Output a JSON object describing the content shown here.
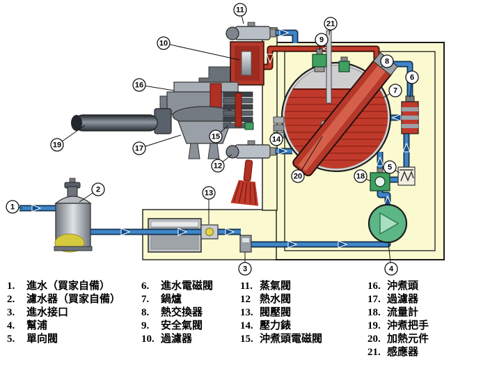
{
  "diagram": {
    "callouts": [
      "1",
      "2",
      "3",
      "4",
      "5",
      "6",
      "7",
      "8",
      "9",
      "10",
      "11",
      "12",
      "13",
      "14",
      "15",
      "16",
      "17",
      "18",
      "19",
      "20",
      "21"
    ]
  },
  "legend": {
    "columns": [
      {
        "items": [
          {
            "num": "1.",
            "label": "進水（買家自備）"
          },
          {
            "num": "2.",
            "label": "濾水器（買家自備）"
          },
          {
            "num": "3.",
            "label": "進水接口"
          },
          {
            "num": "4.",
            "label": "幫浦"
          },
          {
            "num": "5.",
            "label": "單向閥"
          }
        ]
      },
      {
        "items": [
          {
            "num": "6.",
            "label": "進水電磁閥"
          },
          {
            "num": "7.",
            "label": "鍋爐"
          },
          {
            "num": "8.",
            "label": "熱交換器"
          },
          {
            "num": "9.",
            "label": "安全氣閥"
          },
          {
            "num": "10.",
            "label": "過濾器"
          }
        ]
      },
      {
        "items": [
          {
            "num": "11.",
            "label": "蒸氣閥"
          },
          {
            "num": "12",
            "label": "熱水閥"
          },
          {
            "num": "13.",
            "label": "閥壓閥"
          },
          {
            "num": "14.",
            "label": "壓力錶"
          },
          {
            "num": "15.",
            "label": "沖煮頭電磁閥"
          }
        ]
      },
      {
        "items": [
          {
            "num": "16.",
            "label": "沖煮頭"
          },
          {
            "num": "17.",
            "label": "過濾器"
          },
          {
            "num": "18.",
            "label": "流量計"
          },
          {
            "num": "19.",
            "label": "沖煮把手"
          },
          {
            "num": "20.",
            "label": "加熱元件"
          },
          {
            "num": "21.",
            "label": "感應器"
          }
        ]
      }
    ]
  },
  "colors": {
    "housing": "#FBF9D0",
    "pipe_blue": "#3E86C8",
    "pipe_red": "#C23A28",
    "boiler_liquid": "#C03A2B",
    "pump_green": "#5CB685",
    "valve_green": "#3FA060",
    "callout_bg": "#FFFFFF"
  }
}
